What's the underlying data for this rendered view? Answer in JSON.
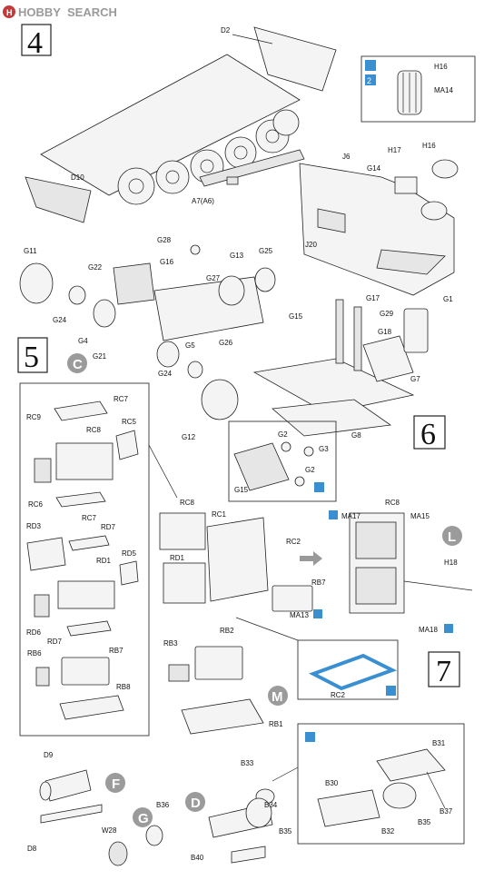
{
  "logo": {
    "hobby": "HOBBY",
    "search": "SEARCH"
  },
  "steps": {
    "s4": "4",
    "s5": "5",
    "s6": "6",
    "s7": "7"
  },
  "badges": {
    "c": "C",
    "l": "L",
    "m": "M",
    "f": "F",
    "g": "G",
    "d": "D"
  },
  "inset_note": "2",
  "labels": {
    "D2": "D2",
    "D10": "D10",
    "A7A6": "A7(A6)",
    "J6": "J6",
    "J20": "J20",
    "G14": "G14",
    "H17": "H17",
    "H16a": "H16",
    "H16b": "H16",
    "MA14": "MA14",
    "G1": "G1",
    "G17": "G17",
    "G29": "G29",
    "G18": "G18",
    "G7": "G7",
    "G8": "G8",
    "G15a": "G15",
    "G2a": "G2",
    "G3": "G3",
    "G2b": "G2",
    "G15b": "G15",
    "G28": "G28",
    "G16": "G16",
    "G13": "G13",
    "G25": "G25",
    "G22": "G22",
    "G27": "G27",
    "G11": "G11",
    "G24a": "G24",
    "G4": "G4",
    "G21": "G21",
    "G5": "G5",
    "G26": "G26",
    "G24b": "G24",
    "G12": "G12",
    "RC9": "RC9",
    "RC7a": "RC7",
    "RC8a": "RC8",
    "RC5": "RC5",
    "RC6": "RC6",
    "RC7b": "RC7",
    "RD3": "RD3",
    "RD7a": "RD7",
    "RD1a": "RD1",
    "RD5": "RD5",
    "RD6": "RD6",
    "RD7b": "RD7",
    "RB6": "RB6",
    "RB7a": "RB7",
    "RB8": "RB8",
    "RC8b": "RC8",
    "RC1": "RC1",
    "RC2a": "RC2",
    "RD1b": "RD1",
    "RB7b": "RB7",
    "MA13": "MA13",
    "RC8c": "RC8",
    "MA17": "MA17",
    "MA15": "MA15",
    "H18": "H18",
    "MA18": "MA18",
    "RC2b": "RC2",
    "RB3": "RB3",
    "RB2": "RB2",
    "RB1": "RB1",
    "D9": "D9",
    "D8": "D8",
    "W28": "W28",
    "B36": "B36",
    "B33": "B33",
    "B34": "B34",
    "B35a": "B35",
    "B40": "B40",
    "B31": "B31",
    "B30": "B30",
    "B32": "B32",
    "B35b": "B35",
    "B37": "B37"
  },
  "colors": {
    "badge": "#9b9b9b",
    "highlight": "#3a8fd0",
    "logo": "#9a9a9a",
    "ink": "#222222"
  }
}
